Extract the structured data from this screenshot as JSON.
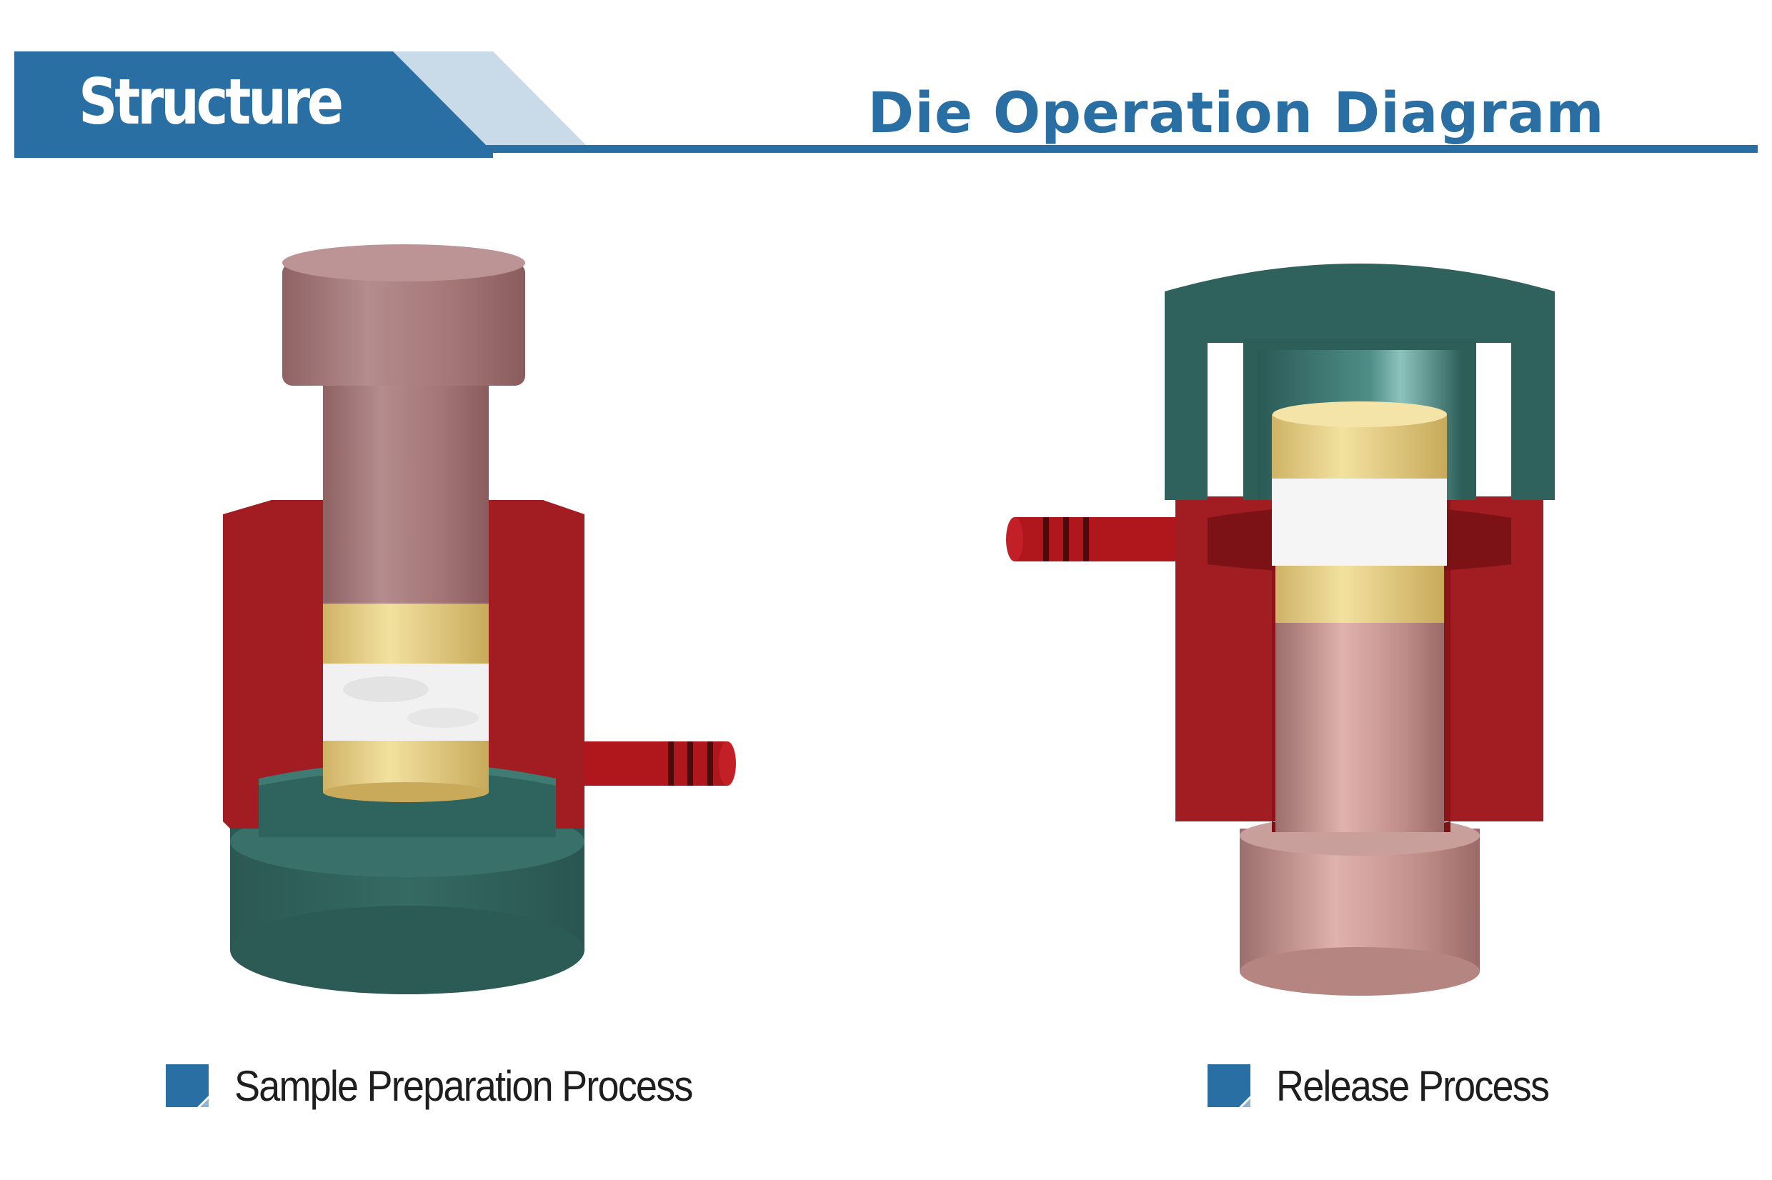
{
  "header": {
    "tab_label": "Structure",
    "title": "Die Operation Diagram"
  },
  "colors": {
    "brand_blue": "#2a6fa3",
    "light_blue": "#c9dbe9",
    "die_red": "#a11d22",
    "plunger_mauve": "#a6787a",
    "base_green": "#2f625c",
    "anvil_gold": "#e5cf86",
    "sample_white": "#f4f4f4"
  },
  "diagrams": [
    {
      "caption": "Sample Preparation Process",
      "icon": "square-bullet-icon"
    },
    {
      "caption": "Release Process",
      "icon": "square-bullet-icon"
    }
  ]
}
